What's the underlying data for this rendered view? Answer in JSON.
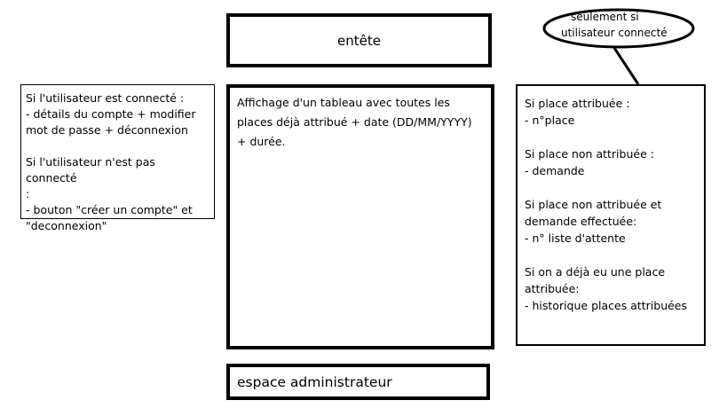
{
  "header": {
    "label": "entête"
  },
  "left_panel": {
    "lines": [
      "Si l'utilisateur est connecté :",
      "- détails du compte + modifier",
      "mot de passe + déconnexion",
      "",
      "Si l'utilisateur n'est pas connecté",
      ":",
      "- bouton \"créer un compte\" et",
      "\"deconnexion\""
    ]
  },
  "main_panel": {
    "lines": [
      "Affichage d'un tableau avec toutes les",
      "places déjà attribué + date (DD/MM/YYYY)",
      "+ durée."
    ]
  },
  "right_panel": {
    "lines": [
      "Si place attribuée :",
      "- n°place",
      "",
      "Si place non attribuée :",
      "- demande",
      "",
      "Si place non attribuée et",
      "demande effectuée:",
      "- n° liste d'attente",
      "",
      "Si on a déjà eu une place",
      "attribuée:",
      "- historique places attribuées"
    ]
  },
  "callout": {
    "line1": "seulement si",
    "line2": "utilisateur connecté"
  },
  "admin": {
    "label": "espace administrateur"
  }
}
